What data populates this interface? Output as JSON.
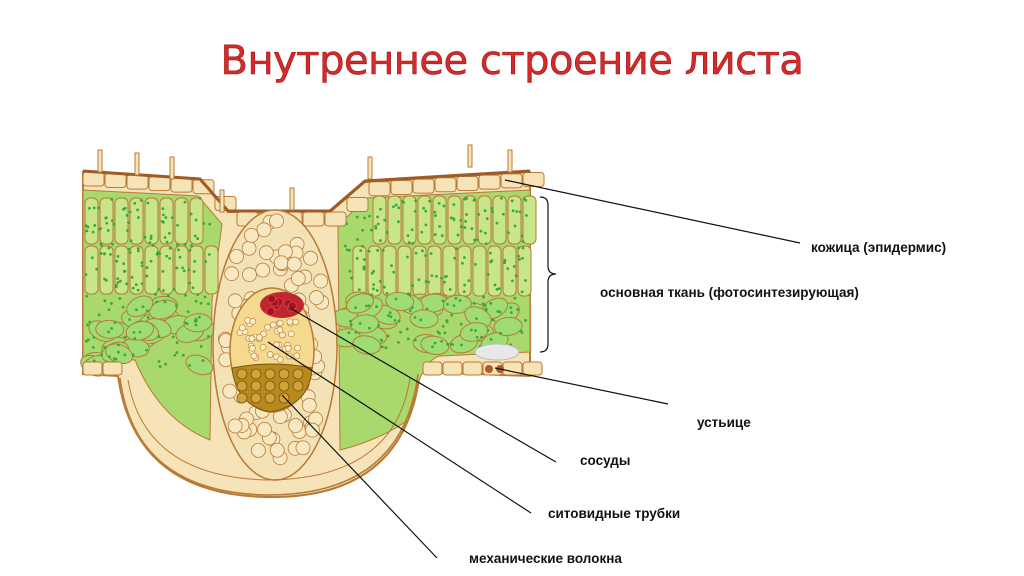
{
  "title": "Внутреннее строение листа",
  "labels": {
    "epidermis": "кожица (эпидермис)",
    "ground_tissue": "основная ткань (фотосинтезирующая)",
    "stoma": "устьице",
    "vessels": "сосуды",
    "sieve_tubes": "ситовидные трубки",
    "fibers": "механические волокна"
  },
  "colors": {
    "title": "#d42a2a",
    "mesophyll": "#a9d86c",
    "chloroplast": "#3aa83a",
    "epidermis_cell": "#f6e4b8",
    "cell_wall": "#b87a36",
    "vessels": "#c0262e",
    "fibers": "#b88a1e"
  }
}
